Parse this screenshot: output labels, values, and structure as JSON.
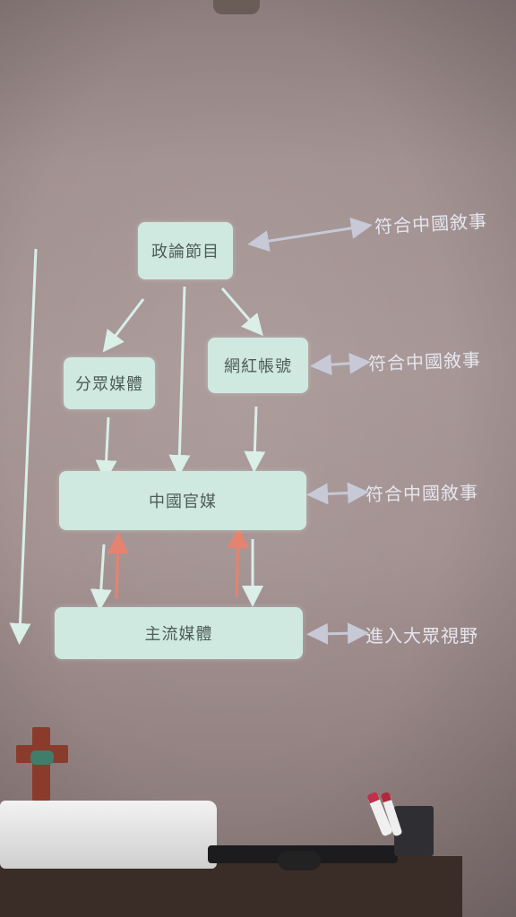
{
  "flow": {
    "nodes": {
      "politics": "政論節目",
      "splinter": "分眾媒體",
      "influencer": "網紅帳號",
      "state": "中國官媒",
      "mainstream": "主流媒體"
    },
    "side_labels": {
      "politics": "符合中國敘事",
      "influencer": "符合中國敘事",
      "state": "符合中國敘事",
      "mainstream": "進入大眾視野"
    }
  },
  "colors": {
    "node_fill": "#cfe9e1",
    "node_text": "#4e5c58",
    "arrow_light": "#d9efe8",
    "arrow_accent": "#e5836f",
    "arrow_gray": "#c7c9d6"
  }
}
